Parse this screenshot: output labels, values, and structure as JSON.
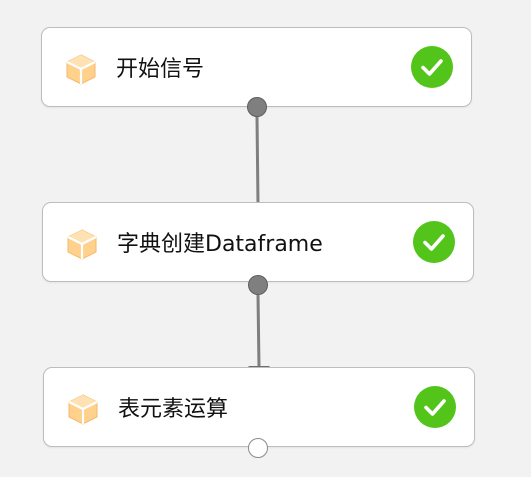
{
  "pipeline": {
    "nodes": [
      {
        "label": "开始信号",
        "status": "success",
        "status_color": "#52c41a",
        "icon": "module-cube-icon",
        "icon_color": "#ffd18c"
      },
      {
        "label": "字典创建Dataframe",
        "status": "success",
        "status_color": "#52c41a",
        "icon": "module-cube-icon",
        "icon_color": "#ffd18c"
      },
      {
        "label": "表元素运算",
        "status": "success",
        "status_color": "#52c41a",
        "icon": "module-cube-icon",
        "icon_color": "#ffd18c"
      }
    ],
    "connections": [
      {
        "from": 0,
        "to": 1
      },
      {
        "from": 1,
        "to": 2
      }
    ],
    "colors": {
      "background": "#f2f2f2",
      "connector": "#7f7f7f",
      "node_border": "#bdbdbd"
    }
  }
}
